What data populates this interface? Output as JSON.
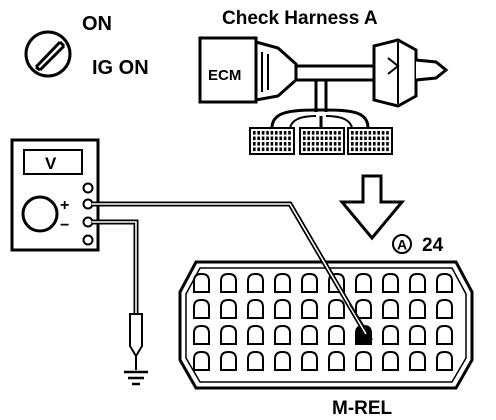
{
  "ignition": {
    "state_label": "ON",
    "mode_label": "IG ON",
    "icon": "ignition-key-icon"
  },
  "harness": {
    "title": "Check Harness A",
    "ecm_label": "ECM"
  },
  "meter": {
    "display_label": "V",
    "plus_label": "+",
    "minus_label": "−"
  },
  "connector": {
    "id_letter": "A",
    "number": "24",
    "terminal_label": "M-REL",
    "rows": 4,
    "columns": 10
  },
  "colors": {
    "ink": "#000000",
    "paper": "#ffffff"
  }
}
